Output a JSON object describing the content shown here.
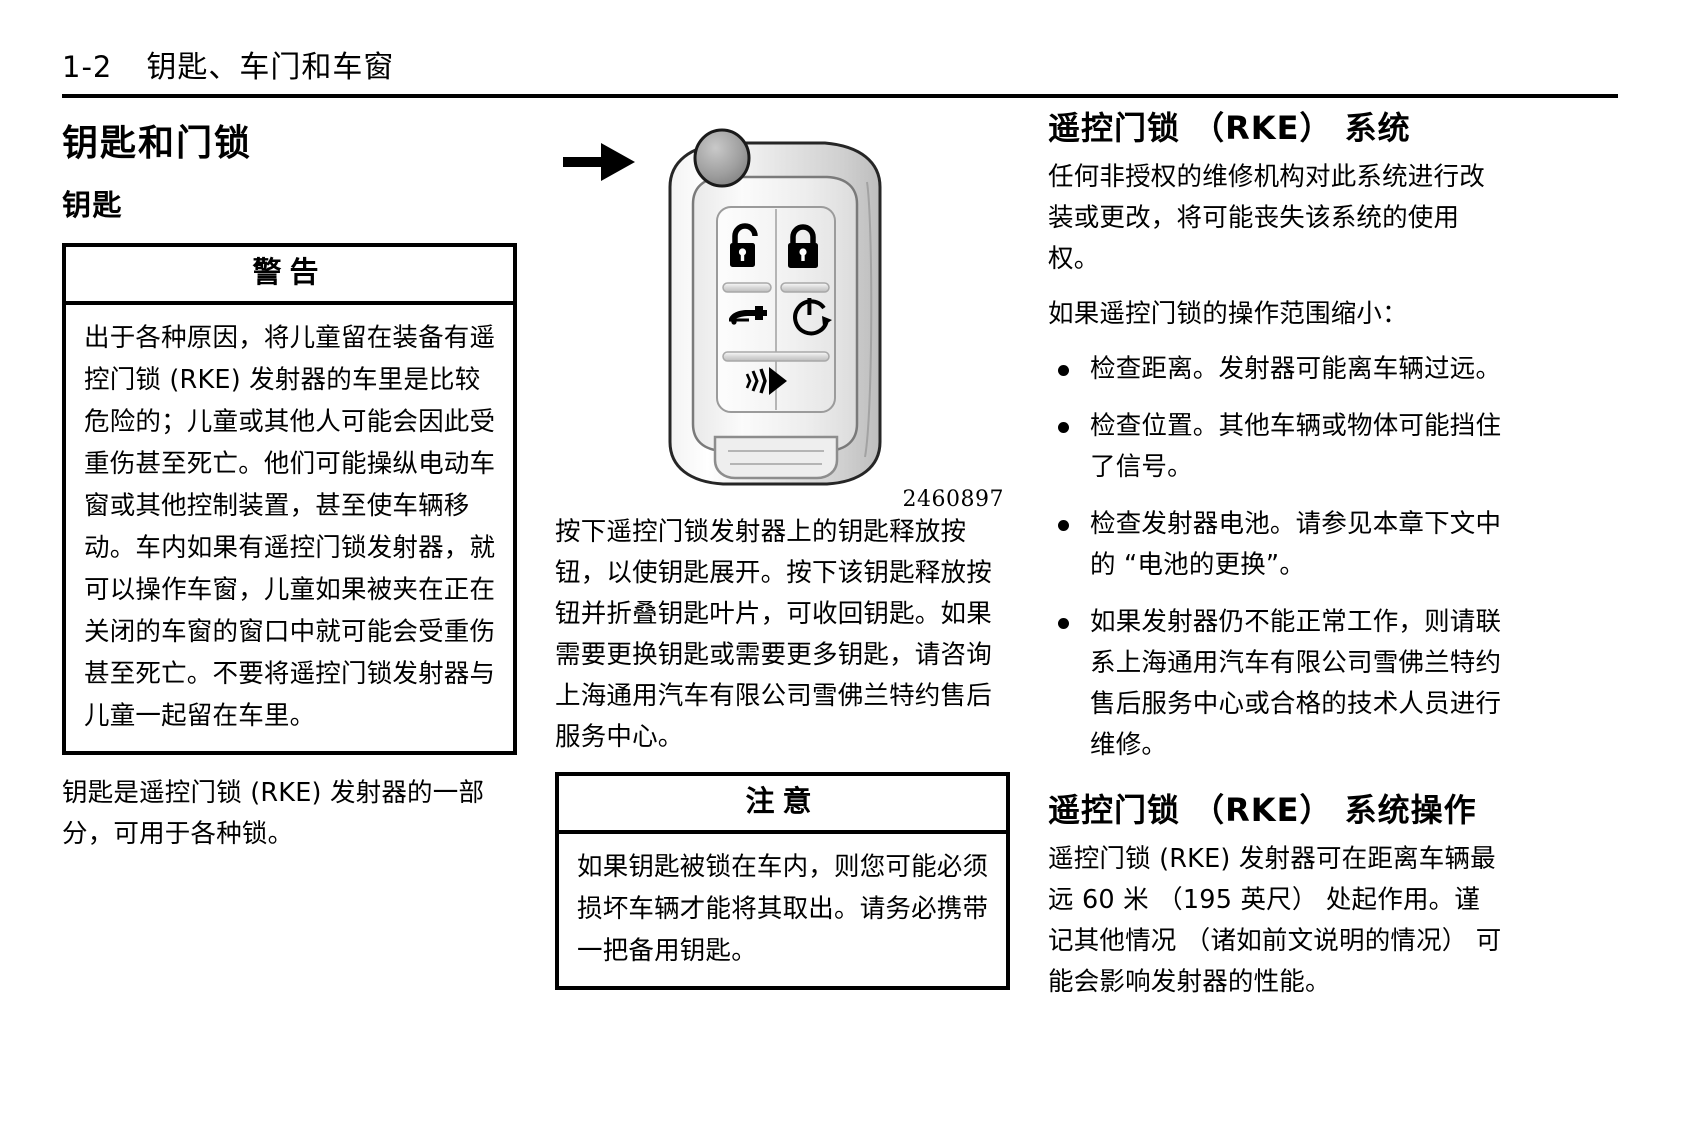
{
  "header": {
    "page_number": "1-2",
    "title": "钥匙、车门和车窗"
  },
  "left_column": {
    "section_title": "钥匙和门锁",
    "sub_title": "钥匙",
    "warning_box": {
      "title": "警告",
      "body": "出于各种原因，将儿童留在装备有遥控门锁 (RKE) 发射器的车里是比较危险的；儿童或其他人可能会因此受重伤甚至死亡。他们可能操纵电动车窗或其他控制装置，甚至使车辆移动。车内如果有遥控门锁发射器，就可以操作车窗，儿童如果被夹在正在关闭的车窗的窗口中就可能会受重伤甚至死亡。不要将遥控门锁发射器与儿童一起留在车里。"
    },
    "paragraph": "钥匙是遥控门锁 (RKE) 发射器的一部分，可用于各种锁。"
  },
  "middle_column": {
    "figure": {
      "id": "2460897",
      "alt_name": "key-fob-illustration",
      "buttons": [
        "unlock-icon",
        "lock-icon",
        "trunk-release-icon",
        "remote-start-icon",
        "panic-alarm-icon"
      ],
      "callout_arrow": "key-release-button-arrow"
    },
    "paragraph": "按下遥控门锁发射器上的钥匙释放按钮，以使钥匙展开。按下该钥匙释放按钮并折叠钥匙叶片，可收回钥匙。如果需要更换钥匙或需要更多钥匙，请咨询上海通用汽车有限公司雪佛兰特约售后服务中心。",
    "notice_box": {
      "title": "注意",
      "body": "如果钥匙被锁在车内，则您可能必须损坏车辆才能将其取出。请务必携带一把备用钥匙。"
    }
  },
  "right_column": {
    "section_title": "遥控门锁 （RKE） 系统",
    "paragraph_1": "任何非授权的维修机构对此系统进行改装或更改，将可能丧失该系统的使用权。",
    "paragraph_2": "如果遥控门锁的操作范围缩小：",
    "bullets": [
      "检查距离。发射器可能离车辆过远。",
      "检查位置。其他车辆或物体可能挡住了信号。",
      "检查发射器电池。请参见本章下文中的 “电池的更换”。",
      "如果发射器仍不能正常工作，则请联系上海通用汽车有限公司雪佛兰特约售后服务中心或合格的技术人员进行维修。"
    ],
    "section_title_2": "遥控门锁 （RKE） 系统操作",
    "paragraph_3": "遥控门锁 (RKE) 发射器可在距离车辆最远 60 米 （195 英尺） 处起作用。谨记其他情况 （诸如前文说明的情况） 可能会影响发射器的性能。"
  }
}
